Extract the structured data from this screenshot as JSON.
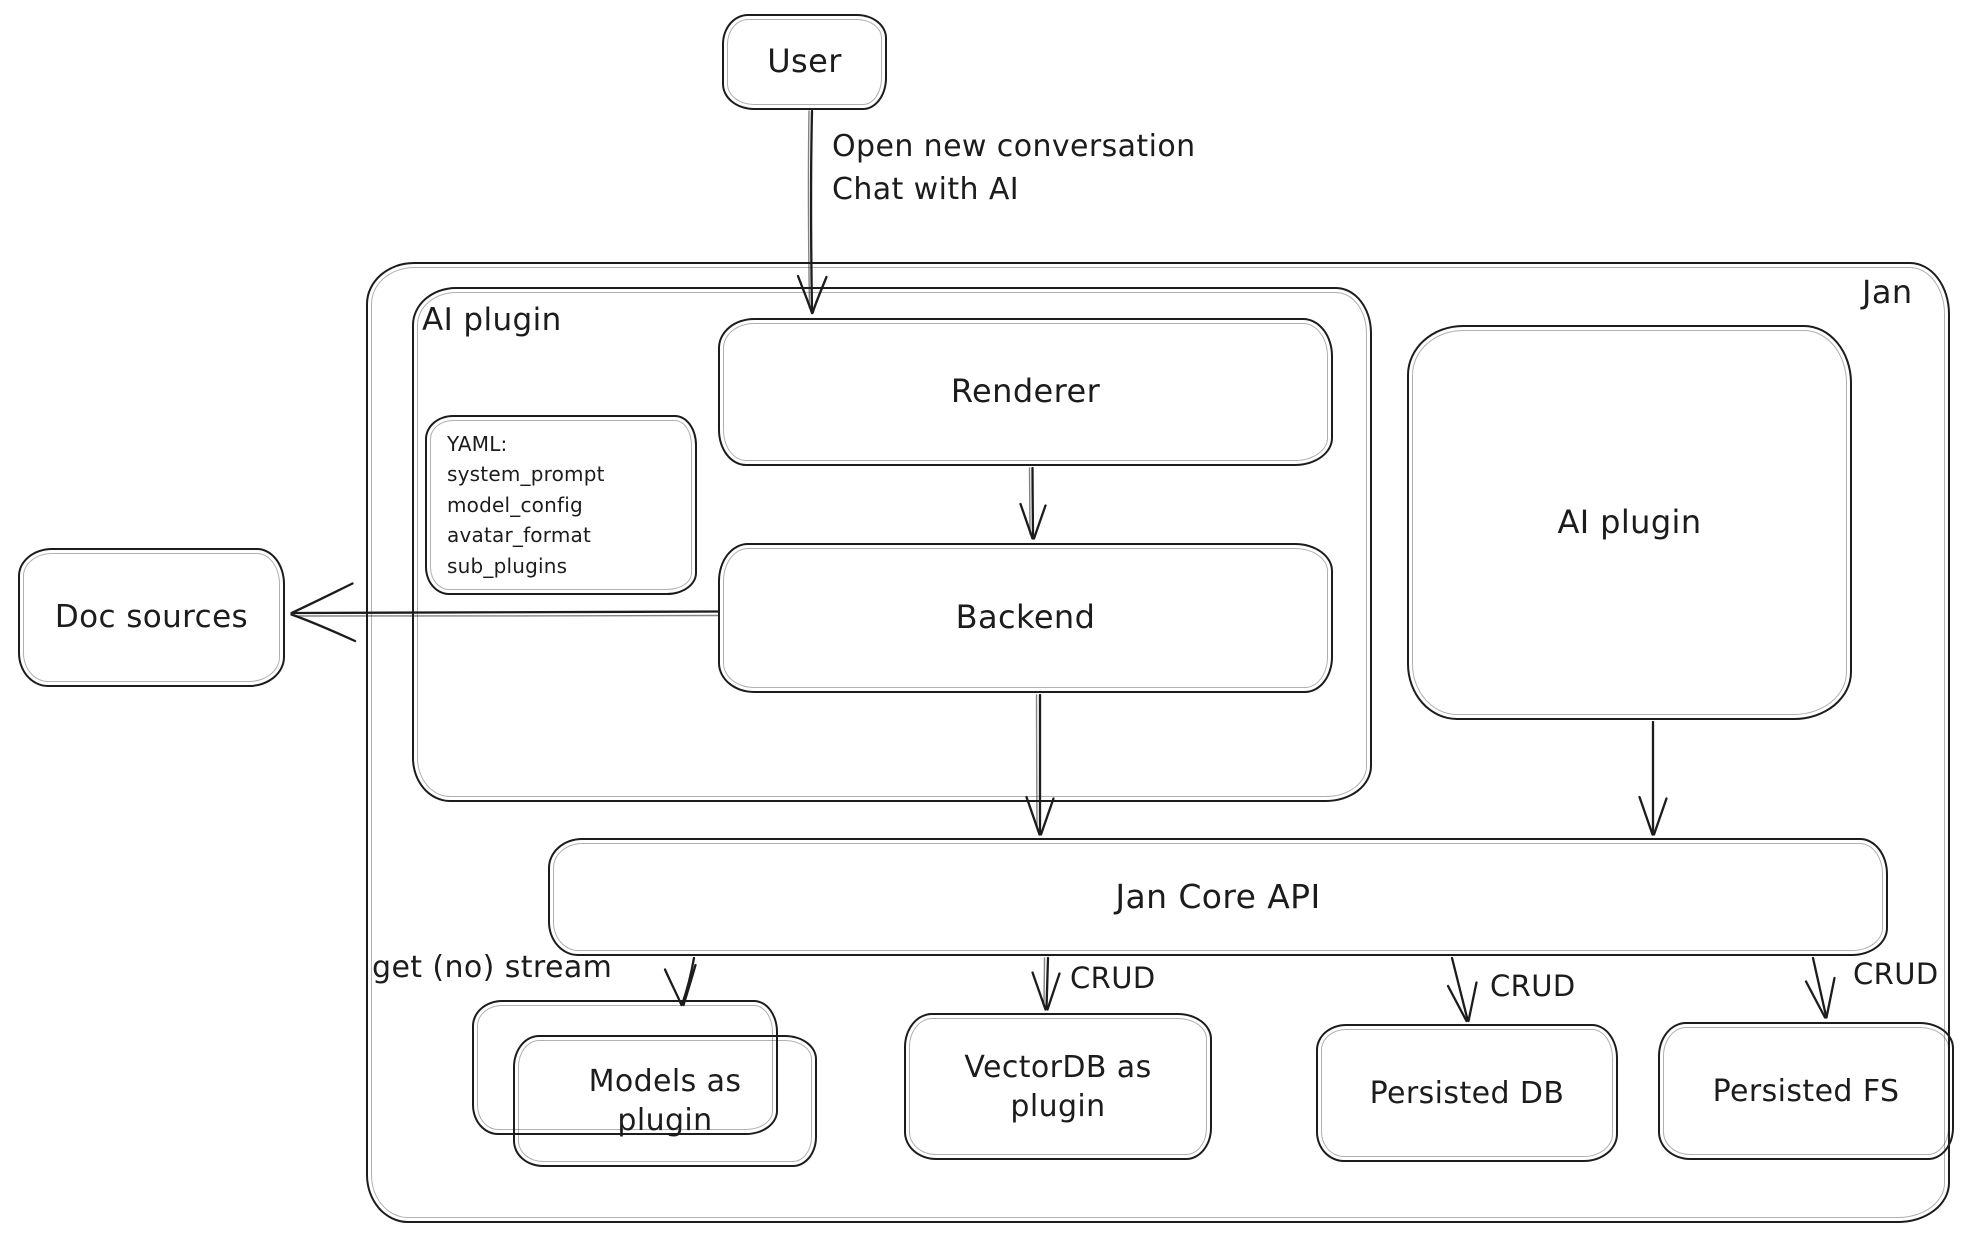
{
  "diagram": {
    "background_color": "#ffffff",
    "stroke_color": "#1c1c1c",
    "nodes": {
      "user": "User",
      "jan": "Jan",
      "ai_plugin_group": "AI plugin",
      "renderer": "Renderer",
      "yaml_note": "YAML:\nsystem_prompt\nmodel_config\navatar_format\nsub_plugins",
      "backend": "Backend",
      "doc_sources": "Doc sources",
      "ai_plugin_right": "AI plugin",
      "jan_core_api": "Jan Core API",
      "models_plugin": "Models as\nplugin",
      "vector_db": "VectorDB as\nplugin",
      "persisted_db": "Persisted DB",
      "persisted_fs": "Persisted FS"
    },
    "edge_labels": {
      "user_to_renderer": "Open new conversation\nChat with AI",
      "core_to_models": "get (no) stream",
      "core_to_vector_db": "CRUD",
      "core_to_persisted_db": "CRUD",
      "core_to_persisted_fs": "CRUD"
    }
  }
}
